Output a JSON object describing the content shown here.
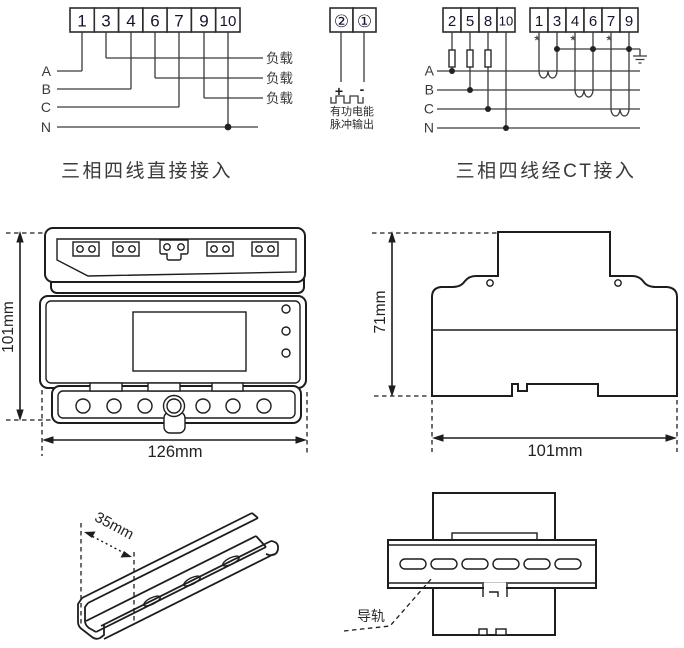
{
  "page": {
    "background": "#ffffff",
    "line_color": "#2b2b2b",
    "text_color": "#3a3a3a"
  },
  "wiring_direct": {
    "terminals": [
      "1",
      "3",
      "4",
      "6",
      "7",
      "9",
      "10"
    ],
    "phase_labels": [
      "A",
      "B",
      "C",
      "N"
    ],
    "load_labels": [
      "负载",
      "负载",
      "负载"
    ],
    "caption": "三相四线直接接入"
  },
  "pulse_output": {
    "terminals": [
      "②",
      "①"
    ],
    "plus": "+",
    "minus": "-",
    "label_line1": "有功电能",
    "label_line2": "脉冲输出"
  },
  "wiring_ct": {
    "terminals_left": [
      "2",
      "5",
      "8",
      "10"
    ],
    "terminals_right": [
      "1",
      "3",
      "4",
      "6",
      "7",
      "9"
    ],
    "polarity_marks": [
      "*",
      "*",
      "*"
    ],
    "phase_labels": [
      "A",
      "B",
      "C",
      "N"
    ],
    "caption": "三相四线经CT接入"
  },
  "front_view": {
    "height_label": "101mm",
    "width_label": "126mm"
  },
  "side_view": {
    "height_label": "71mm",
    "width_label": "101mm"
  },
  "rail_view": {
    "width_label": "35mm"
  },
  "mount_view": {
    "rail_label": "导轨"
  }
}
